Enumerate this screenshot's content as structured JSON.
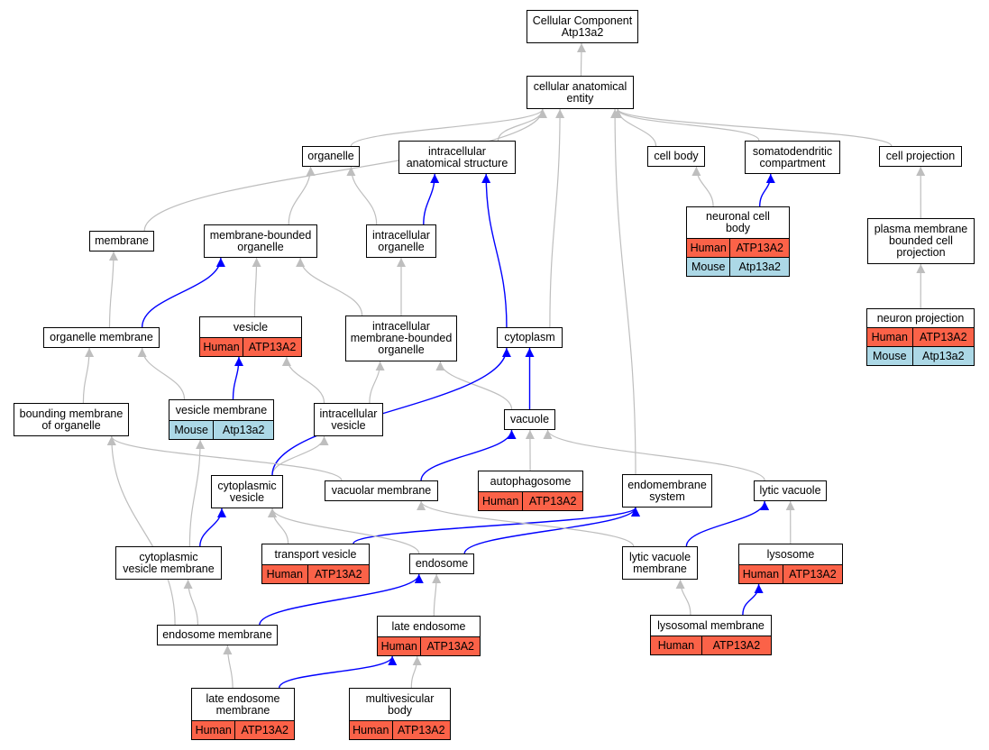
{
  "colors": {
    "human": "#FB6248",
    "mouse": "#ACD8E6",
    "is_a_edge": "#BEBEBE",
    "part_of_edge": "#0000FF"
  },
  "nodes": {
    "root": {
      "title": "Cellular Component\nAtp13a2"
    },
    "cae": {
      "title": "cellular anatomical\nentity"
    },
    "organelle": {
      "title": "organelle"
    },
    "ias": {
      "title": "intracellular\nanatomical structure"
    },
    "cellbody": {
      "title": "cell body"
    },
    "somato": {
      "title": "somatodendritic\ncompartment"
    },
    "cellproj": {
      "title": "cell projection"
    },
    "membrane": {
      "title": "membrane"
    },
    "mbo": {
      "title": "membrane-bounded\norganelle"
    },
    "io": {
      "title": "intracellular\norganelle"
    },
    "ncb": {
      "title": "neuronal cell\nbody",
      "rows": [
        [
          "Human",
          "ATP13A2"
        ],
        [
          "Mouse",
          "Atp13a2"
        ]
      ]
    },
    "pmbcp": {
      "title": "plasma membrane\nbounded cell\nprojection"
    },
    "orgmem": {
      "title": "organelle membrane"
    },
    "vesicle": {
      "title": "vesicle",
      "rows": [
        [
          "Human",
          "ATP13A2"
        ]
      ]
    },
    "imbo": {
      "title": "intracellular\nmembrane-bounded\norganelle"
    },
    "cytoplasm": {
      "title": "cytoplasm"
    },
    "neuproj": {
      "title": "neuron projection",
      "rows": [
        [
          "Human",
          "ATP13A2"
        ],
        [
          "Mouse",
          "Atp13a2"
        ]
      ]
    },
    "bmo": {
      "title": "bounding membrane\nof organelle"
    },
    "vesmem": {
      "title": "vesicle membrane",
      "rows": [
        [
          "Mouse",
          "Atp13a2"
        ]
      ]
    },
    "intves": {
      "title": "intracellular\nvesicle"
    },
    "vacuole": {
      "title": "vacuole"
    },
    "cytves": {
      "title": "cytoplasmic\nvesicle"
    },
    "vacmem": {
      "title": "vacuolar membrane"
    },
    "autophag": {
      "title": "autophagosome",
      "rows": [
        [
          "Human",
          "ATP13A2"
        ]
      ]
    },
    "endomem": {
      "title": "endomembrane\nsystem"
    },
    "lytvac": {
      "title": "lytic vacuole"
    },
    "cvm": {
      "title": "cytoplasmic\nvesicle membrane"
    },
    "transves": {
      "title": "transport vesicle",
      "rows": [
        [
          "Human",
          "ATP13A2"
        ]
      ]
    },
    "endosome": {
      "title": "endosome"
    },
    "lvm": {
      "title": "lytic vacuole\nmembrane"
    },
    "lysosome": {
      "title": "lysosome",
      "rows": [
        [
          "Human",
          "ATP13A2"
        ]
      ]
    },
    "endomemb": {
      "title": "endosome membrane"
    },
    "lateend": {
      "title": "late endosome",
      "rows": [
        [
          "Human",
          "ATP13A2"
        ]
      ]
    },
    "lysmem": {
      "title": "lysosomal membrane",
      "rows": [
        [
          "Human",
          "ATP13A2"
        ]
      ]
    },
    "lem": {
      "title": "late endosome\nmembrane",
      "rows": [
        [
          "Human",
          "ATP13A2"
        ]
      ]
    },
    "mvb": {
      "title": "multivesicular\nbody",
      "rows": [
        [
          "Human",
          "ATP13A2"
        ]
      ]
    }
  },
  "edges": [
    {
      "from": "cae",
      "to": "root",
      "type": "is_a"
    },
    {
      "from": "organelle",
      "to": "cae",
      "type": "is_a"
    },
    {
      "from": "ias",
      "to": "cae",
      "type": "is_a"
    },
    {
      "from": "cellbody",
      "to": "cae",
      "type": "is_a"
    },
    {
      "from": "somato",
      "to": "cae",
      "type": "is_a"
    },
    {
      "from": "cellproj",
      "to": "cae",
      "type": "is_a"
    },
    {
      "from": "membrane",
      "to": "cae",
      "type": "is_a"
    },
    {
      "from": "cytoplasm",
      "to": "cae",
      "type": "is_a"
    },
    {
      "from": "endomem",
      "to": "cae",
      "type": "is_a"
    },
    {
      "from": "mbo",
      "to": "organelle",
      "type": "is_a"
    },
    {
      "from": "io",
      "to": "organelle",
      "type": "is_a"
    },
    {
      "from": "io",
      "to": "ias",
      "type": "part_of"
    },
    {
      "from": "cytoplasm",
      "to": "ias",
      "type": "part_of"
    },
    {
      "from": "ncb",
      "to": "cellbody",
      "type": "is_a"
    },
    {
      "from": "ncb",
      "to": "somato",
      "type": "part_of"
    },
    {
      "from": "pmbcp",
      "to": "cellproj",
      "type": "is_a"
    },
    {
      "from": "neuproj",
      "to": "pmbcp",
      "type": "is_a"
    },
    {
      "from": "orgmem",
      "to": "membrane",
      "type": "is_a"
    },
    {
      "from": "orgmem",
      "to": "mbo",
      "type": "part_of"
    },
    {
      "from": "vesicle",
      "to": "mbo",
      "type": "is_a"
    },
    {
      "from": "imbo",
      "to": "mbo",
      "type": "is_a"
    },
    {
      "from": "imbo",
      "to": "io",
      "type": "is_a"
    },
    {
      "from": "bmo",
      "to": "orgmem",
      "type": "is_a"
    },
    {
      "from": "vesmem",
      "to": "orgmem",
      "type": "is_a"
    },
    {
      "from": "vesmem",
      "to": "vesicle",
      "type": "part_of"
    },
    {
      "from": "intves",
      "to": "vesicle",
      "type": "is_a"
    },
    {
      "from": "intves",
      "to": "imbo",
      "type": "is_a"
    },
    {
      "from": "vacuole",
      "to": "imbo",
      "type": "is_a"
    },
    {
      "from": "vacuole",
      "to": "cytoplasm",
      "type": "part_of"
    },
    {
      "from": "cytves",
      "to": "intves",
      "type": "is_a"
    },
    {
      "from": "cytves",
      "to": "cytoplasm",
      "type": "part_of"
    },
    {
      "from": "vacmem",
      "to": "bmo",
      "type": "is_a"
    },
    {
      "from": "vacmem",
      "to": "vacuole",
      "type": "part_of"
    },
    {
      "from": "autophag",
      "to": "vacuole",
      "type": "is_a"
    },
    {
      "from": "lytvac",
      "to": "vacuole",
      "type": "is_a"
    },
    {
      "from": "cvm",
      "to": "vesmem",
      "type": "is_a"
    },
    {
      "from": "cvm",
      "to": "cytves",
      "type": "part_of"
    },
    {
      "from": "transves",
      "to": "cytves",
      "type": "is_a"
    },
    {
      "from": "transves",
      "to": "endomem",
      "type": "part_of"
    },
    {
      "from": "endosome",
      "to": "cytves",
      "type": "is_a"
    },
    {
      "from": "endosome",
      "to": "endomem",
      "type": "part_of"
    },
    {
      "from": "lvm",
      "to": "vacmem",
      "type": "is_a"
    },
    {
      "from": "lvm",
      "to": "lytvac",
      "type": "part_of"
    },
    {
      "from": "lysosome",
      "to": "lytvac",
      "type": "is_a"
    },
    {
      "from": "endomemb",
      "to": "bmo",
      "type": "is_a"
    },
    {
      "from": "endomemb",
      "to": "cvm",
      "type": "is_a"
    },
    {
      "from": "endomemb",
      "to": "endosome",
      "type": "part_of"
    },
    {
      "from": "lateend",
      "to": "endosome",
      "type": "is_a"
    },
    {
      "from": "lysmem",
      "to": "lvm",
      "type": "is_a"
    },
    {
      "from": "lysmem",
      "to": "lysosome",
      "type": "part_of"
    },
    {
      "from": "lem",
      "to": "endomemb",
      "type": "is_a"
    },
    {
      "from": "lem",
      "to": "lateend",
      "type": "part_of"
    },
    {
      "from": "mvb",
      "to": "lateend",
      "type": "is_a"
    }
  ]
}
